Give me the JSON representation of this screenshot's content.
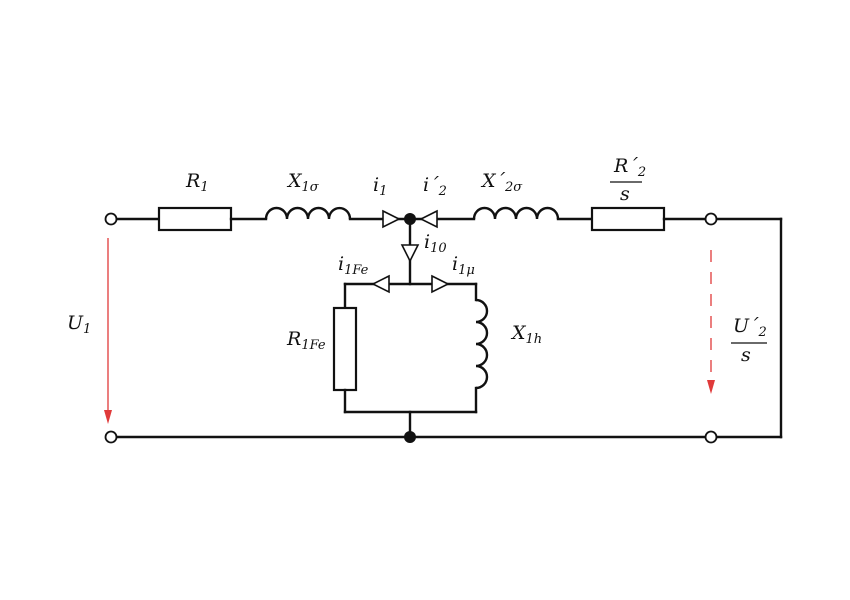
{
  "labels": {
    "U1": {
      "main": "U",
      "sub": "1"
    },
    "R1": {
      "main": "R",
      "sub": "1"
    },
    "X1s": {
      "main": "X",
      "sub": "1σ"
    },
    "i1": {
      "main": "i",
      "sub": "1"
    },
    "i2p": {
      "main": "i´",
      "sub": "2"
    },
    "X2s": {
      "main": "X´",
      "sub": "2σ"
    },
    "R2s": {
      "num_main": "R´",
      "num_sub": "2",
      "den": "s"
    },
    "i10": {
      "main": "i",
      "sub": "10"
    },
    "i1Fe": {
      "main": "i",
      "sub": "1Fe"
    },
    "i1mu": {
      "main": "i",
      "sub": "1μ"
    },
    "R1Fe": {
      "main": "R",
      "sub": "1Fe"
    },
    "X1h": {
      "main": "X",
      "sub": "1h"
    },
    "U2s": {
      "num_main": "U´",
      "num_sub": "2",
      "den": "s"
    }
  },
  "colors": {
    "wire": "#111111",
    "voltage_arrow": "#e03a3a",
    "background": "#ffffff"
  }
}
